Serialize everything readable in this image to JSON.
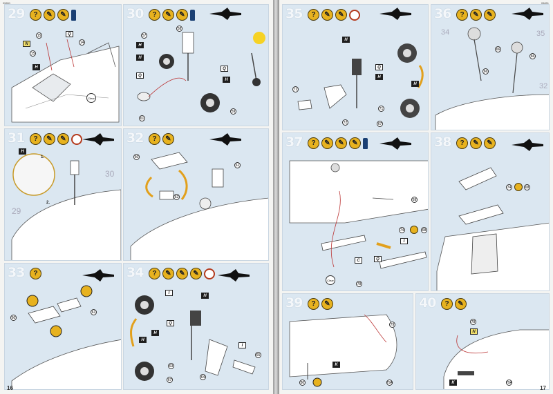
{
  "left_page": {
    "code": "05651",
    "page_number": "16",
    "steps": [
      {
        "number": "29",
        "icons": [
          "glue-icon",
          "paint-icon",
          "paint-icon",
          "clear-bottle-icon"
        ],
        "labels": [
          "15",
          "N",
          "15",
          "H",
          "Q",
          "14",
          "Clear"
        ]
      },
      {
        "number": "30",
        "icons": [
          "glue-icon",
          "paint-icon",
          "paint-icon",
          "paint-bottle-icon"
        ],
        "labels": [
          "57",
          "58",
          "H",
          "H",
          "Q",
          "Q",
          "H",
          "61",
          "59"
        ]
      },
      {
        "number": "31",
        "icons": [
          "glue-icon",
          "paint-icon",
          "paint-icon",
          "clock-icon"
        ],
        "labels": [
          "1.",
          "2.",
          "30",
          "29",
          "H"
        ]
      },
      {
        "number": "32",
        "icons": [
          "glue-icon",
          "paint-icon"
        ],
        "labels": [
          "60",
          "61",
          "62"
        ]
      },
      {
        "number": "33",
        "icons": [
          "glue-icon"
        ],
        "labels": [
          "60",
          "61"
        ]
      },
      {
        "number": "34",
        "icons": [
          "glue-icon",
          "paint-icon",
          "paint-icon",
          "paint-icon",
          "clock-icon"
        ],
        "labels": [
          "I",
          "H",
          "Q",
          "H",
          "H",
          "I",
          "63",
          "64",
          "65",
          "67"
        ]
      }
    ]
  },
  "right_page": {
    "code": "05651",
    "page_number": "17",
    "steps": [
      {
        "number": "35",
        "icons": [
          "glue-icon",
          "paint-icon",
          "paint-icon",
          "clock-icon"
        ],
        "labels": [
          "H",
          "Q",
          "H",
          "H",
          "72",
          "71",
          "72",
          "67"
        ]
      },
      {
        "number": "36",
        "icons": [
          "glue-icon",
          "paint-icon",
          "paint-icon"
        ],
        "labels": [
          "34",
          "35",
          "32",
          "66",
          "66",
          "66"
        ]
      },
      {
        "number": "37",
        "icons": [
          "glue-icon",
          "paint-icon",
          "paint-icon",
          "paint-icon",
          "paint-bottle-icon"
        ],
        "labels": [
          "69",
          "74",
          "68",
          "C",
          "Q",
          "I",
          "78",
          "Clear"
        ]
      },
      {
        "number": "38",
        "icons": [
          "glue-icon",
          "paint-icon",
          "paint-icon"
        ],
        "labels": [
          "74",
          "68"
        ]
      },
      {
        "number": "39",
        "icons": [
          "glue-icon",
          "paint-icon"
        ],
        "labels": [
          "79",
          "K",
          "80",
          "79A"
        ]
      },
      {
        "number": "40",
        "icons": [
          "glue-icon",
          "paint-icon"
        ],
        "labels": [
          "78",
          "N",
          "K",
          "79A"
        ]
      }
    ]
  },
  "colors": {
    "panel_bg": "#dbe7f1",
    "coin": "#e7b21f",
    "callout_arrow": "#e2a01c",
    "clock_ring": "#b43a1d"
  }
}
